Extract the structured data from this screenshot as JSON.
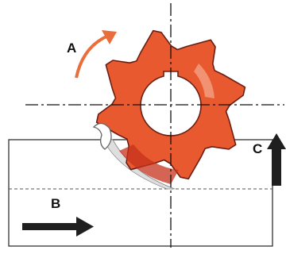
{
  "labels": {
    "a": "A",
    "b": "B",
    "c": "C"
  },
  "colors": {
    "cutter": "#e8592f",
    "cutter_dark": "#c5321c",
    "cutter_light": "#f3a083",
    "outline": "#6a1e12",
    "rotation_arrow": "#ea6e3c",
    "feed_arrow": "#1f1f1f",
    "workpiece_line": "#333333",
    "centerline": "#111111",
    "chip": "#777777"
  },
  "icons": {
    "cutter": "milling-cutter-icon",
    "rotation": "curved-arrow-icon",
    "feed": "right-arrow-icon",
    "lift": "up-arrow-icon"
  }
}
